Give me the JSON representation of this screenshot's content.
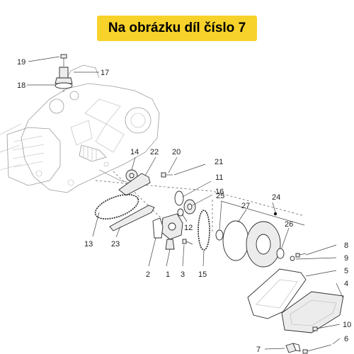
{
  "header": {
    "title": "Na obrázku díl číslo 7",
    "background": "#f7d22a"
  },
  "callouts": [
    "1",
    "2",
    "3",
    "4",
    "5",
    "6",
    "7",
    "8",
    "9",
    "10",
    "11",
    "12",
    "13",
    "14",
    "15",
    "16",
    "17",
    "18",
    "19",
    "20",
    "21",
    "22",
    "23",
    "24",
    "25",
    "26",
    "27"
  ]
}
